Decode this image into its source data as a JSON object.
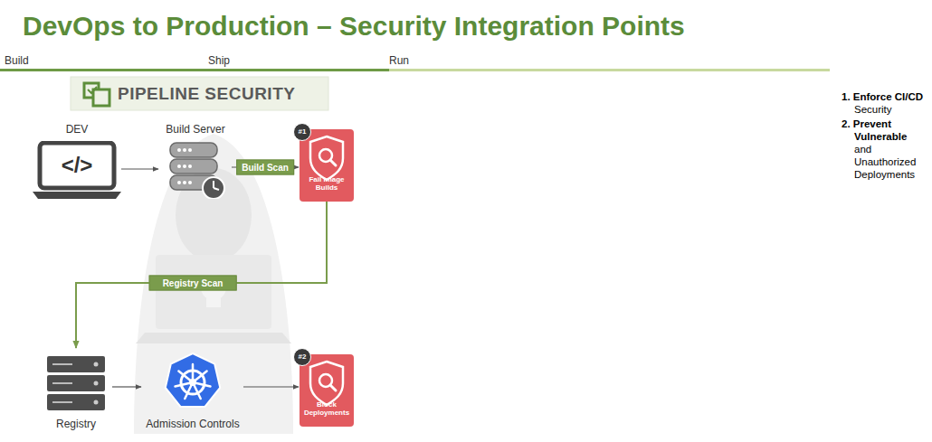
{
  "diagram": {
    "title": "DevOps to Production – Security Integration Points",
    "nodes": [
      {
        "text": [
          "DEV",
          "</>"
        ]
      },
      {
        "text": [
          "Build Server"
        ]
      },
      {
        "text": [
          "#1",
          "Fail Image Builds"
        ]
      },
      {
        "text": [
          "Registry"
        ]
      },
      {
        "text": [
          "Admission Controls"
        ]
      },
      {
        "text": [
          "#2",
          "Block Deployments"
        ]
      }
    ],
    "edges": [
      {
        "from": 0,
        "to": 1,
        "arrow": "to"
      },
      {
        "from": 1,
        "to": 2,
        "label": "Build Scan",
        "arrow": "to"
      },
      {
        "from": 2,
        "to": 3,
        "label": "Registry Scan",
        "arrow": "to"
      },
      {
        "from": 3,
        "to": 4,
        "arrow": "to"
      },
      {
        "from": 4,
        "to": 5,
        "arrow": "to"
      }
    ],
    "labels": [
      "Build",
      "Ship",
      "Run",
      "PIPELINE SECURITY",
      "1. Enforce CI/CD",
      "Security",
      "2. Prevent Vulnerable",
      "and Unauthorized Deployments"
    ]
  }
}
